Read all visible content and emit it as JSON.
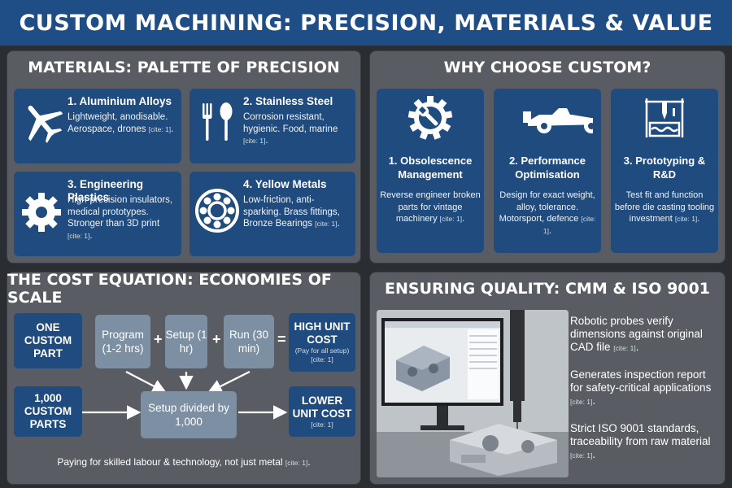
{
  "header": {
    "title": "CUSTOM MACHINING: PRECISION, MATERIALS & VALUE"
  },
  "materials": {
    "title": "MATERIALS: PALETTE OF PRECISION",
    "items": [
      {
        "title": "1. Aluminium Alloys",
        "desc": "Lightweight, anodisable. Aerospace, drones",
        "cite": "[cite: 1]",
        "end": ".",
        "icon": "airplane-icon"
      },
      {
        "title": "2. Stainless Steel",
        "desc": "Corrosion resistant, hygienic. Food, marine",
        "cite": "[cite: 1]",
        "end": ".",
        "icon": "fork-spoon-icon"
      },
      {
        "title": "3. Engineering Plastics",
        "desc": "High-precision insulators, medical prototypes. Stronger than 3D print",
        "cite": "[cite: 1]",
        "end": ".",
        "icon": "gear-icon"
      },
      {
        "title": "4. Yellow Metals",
        "desc": "Low-friction, anti-sparking. Brass fittings, Bronze Bearings",
        "cite": "[cite: 1]",
        "end": ".",
        "icon": "bearing-icon"
      }
    ]
  },
  "why": {
    "title": "WHY CHOOSE CUSTOM?",
    "items": [
      {
        "title": "1. Obsolescence Management",
        "desc": "Reverse engineer broken parts for vintage machinery",
        "cite": "[cite: 1]",
        "end": ".",
        "icon": "gear-wrench-icon"
      },
      {
        "title": "2. Performance Optimisation",
        "desc": "Design for exact weight, alloy, tolerance. Motorsport, defence",
        "cite": "[cite: 1]",
        "end": ".",
        "icon": "race-car-icon"
      },
      {
        "title": "3. Prototyping & R&D",
        "desc": "Test fit and function before die casting tooling investment",
        "cite": "[cite: 1]",
        "end": ".",
        "icon": "cnc-machine-icon"
      }
    ]
  },
  "cost": {
    "title": "THE COST EQUATION: ECONOMIES OF SCALE",
    "one_part": "ONE CUSTOM PART",
    "program": "Program (1-2 hrs)",
    "setup": "Setup (1 hr)",
    "run": "Run (30 min)",
    "plus": "+",
    "equals": "=",
    "high_cost": "HIGH UNIT COST",
    "high_note": "(Pay for all setup)",
    "high_cite": "[cite: 1]",
    "thousand_parts": "1,000 CUSTOM PARTS",
    "divided": "Setup divided by 1,000",
    "low_cost": "LOWER UNIT COST",
    "low_cite": "[cite: 1]",
    "footer": "Paying for skilled labour & technology, not just metal",
    "footer_cite": "[cite: 1]",
    "footer_end": "."
  },
  "quality": {
    "title": "ENSURING QUALITY: CMM & ISO 9001",
    "points": [
      {
        "text": "Robotic probes verify dimensions against original CAD file",
        "cite": "[cite: 1]",
        "end": "."
      },
      {
        "text": "Generates inspection report for safety-critical applications",
        "cite": "[cite: 1]",
        "end": "."
      },
      {
        "text": "Strict ISO 9001 standards, traceability from raw material",
        "cite": "[cite: 1]",
        "end": "."
      }
    ]
  },
  "colors": {
    "header_bg": "#1f4d86",
    "card_bg": "#1f4b7e",
    "panel_bg": "#595d63",
    "light_box": "#7d8fa3"
  }
}
